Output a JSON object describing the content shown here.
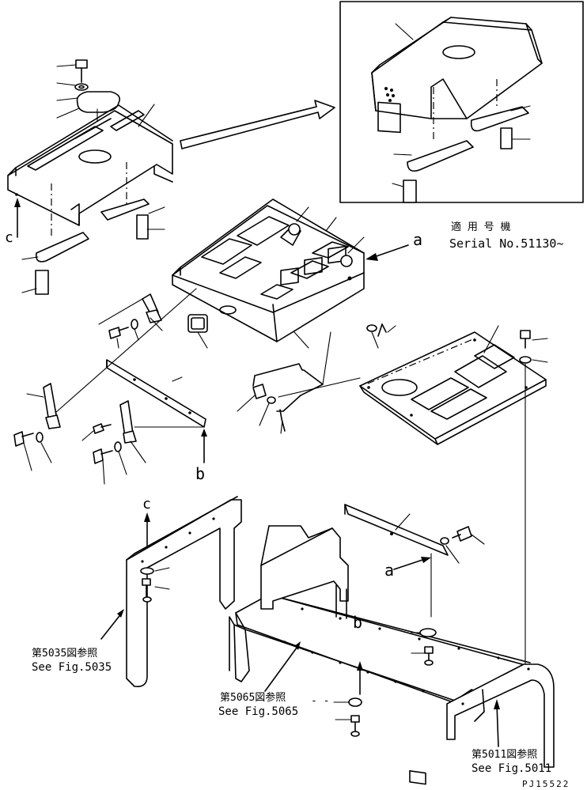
{
  "labels": {
    "ref_c": "c",
    "ref_a_top": "a",
    "ref_b_top": "b",
    "ref_c_frame": "c",
    "ref_a_frame": "a",
    "ref_b_frame": "b"
  },
  "inset": {
    "applicable_models_jp": "適 用 号 機",
    "serial": "Serial No.51130~"
  },
  "references": [
    {
      "jp": "第5035図参照",
      "en": "See Fig.5035"
    },
    {
      "jp": "第5065図参照",
      "en": "See Fig.5065"
    },
    {
      "jp": "第5011図参照",
      "en": "See Fig.5011"
    }
  ],
  "ref_dash": "- -",
  "drawing_number": "PJ15522"
}
